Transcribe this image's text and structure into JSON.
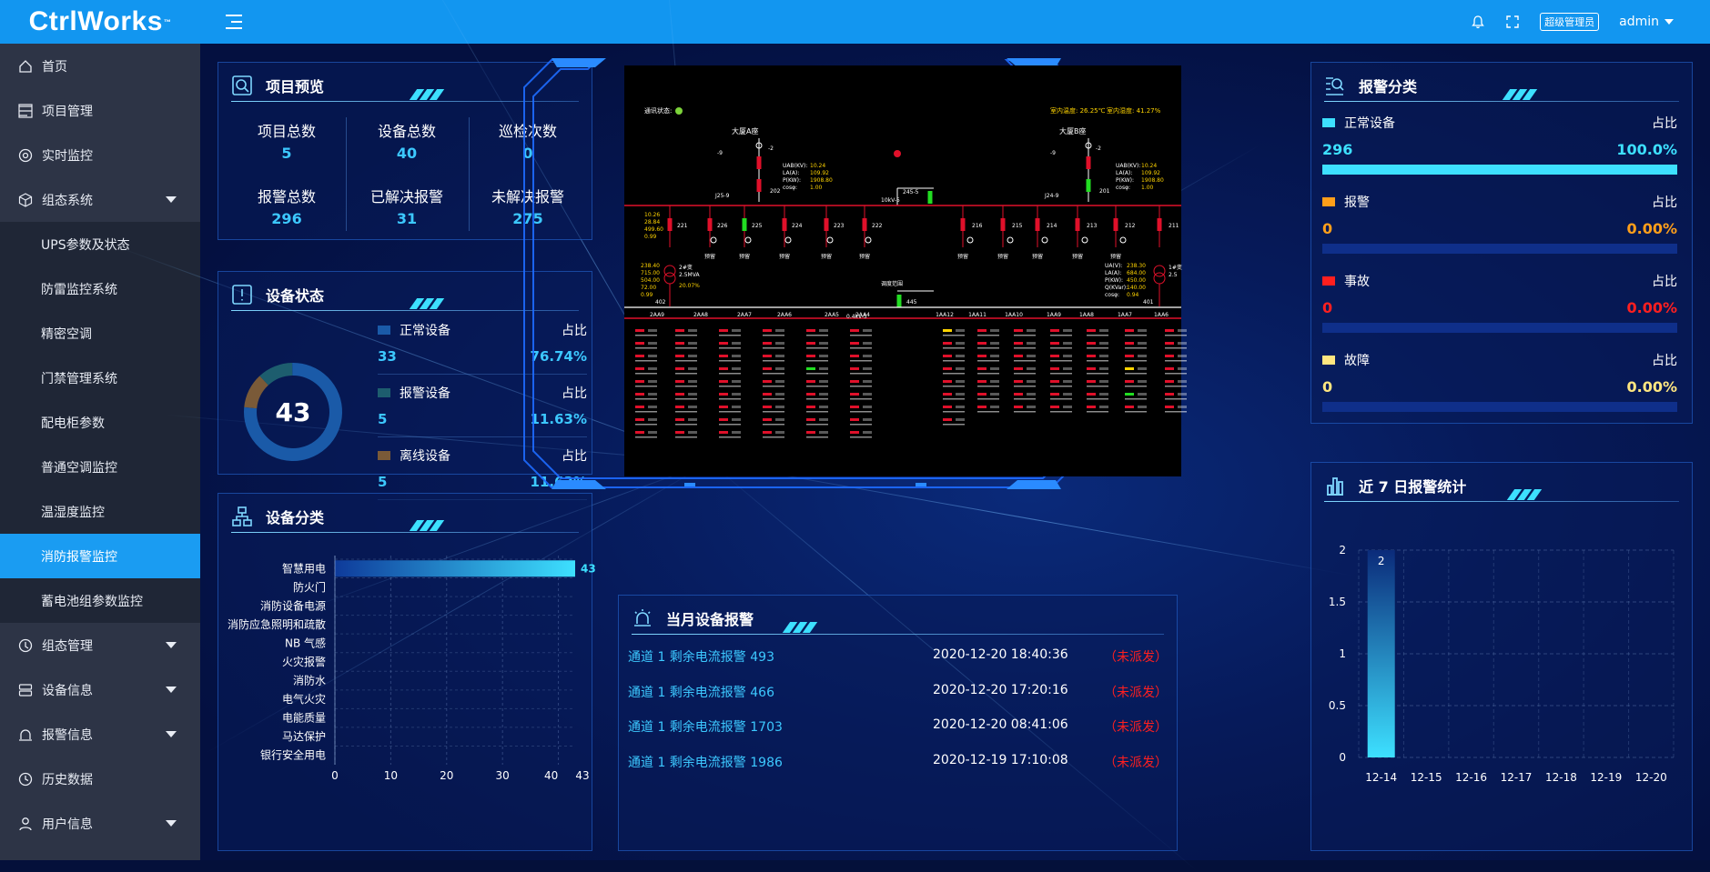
{
  "app": {
    "logo": "CtrlWorks",
    "logo_mark": "™"
  },
  "header": {
    "role": "超级管理员",
    "user": "admin"
  },
  "sidebar": {
    "items": [
      {
        "label": "首页",
        "icon": "home-icon"
      },
      {
        "label": "项目管理",
        "icon": "project-icon"
      },
      {
        "label": "实时监控",
        "icon": "monitor-icon"
      },
      {
        "label": "组态系统",
        "icon": "cube-icon",
        "expandable": true
      },
      {
        "label": "UPS参数及状态",
        "sub": true
      },
      {
        "label": "防雷监控系统",
        "sub": true
      },
      {
        "label": "精密空调",
        "sub": true
      },
      {
        "label": "门禁管理系统",
        "sub": true
      },
      {
        "label": "配电柜参数",
        "sub": true
      },
      {
        "label": "普通空调监控",
        "sub": true
      },
      {
        "label": "温湿度监控",
        "sub": true
      },
      {
        "label": "消防报警监控",
        "sub": true,
        "active": true
      },
      {
        "label": "蓄电池组参数监控",
        "sub": true
      },
      {
        "label": "组态管理",
        "icon": "config-icon",
        "expandable": true
      },
      {
        "label": "设备信息",
        "icon": "server-icon",
        "expandable": true
      },
      {
        "label": "报警信息",
        "icon": "alarm-icon",
        "expandable": true
      },
      {
        "label": "历史数据",
        "icon": "history-icon"
      },
      {
        "label": "用户信息",
        "icon": "user-icon",
        "expandable": true
      }
    ]
  },
  "project_overview": {
    "title": "项目预览",
    "stats": [
      {
        "label": "项目总数",
        "value": "5"
      },
      {
        "label": "设备总数",
        "value": "40"
      },
      {
        "label": "巡检次数",
        "value": "0"
      },
      {
        "label": "报警总数",
        "value": "296"
      },
      {
        "label": "已解决报警",
        "value": "31"
      },
      {
        "label": "未解决报警",
        "value": "275"
      }
    ]
  },
  "device_status": {
    "title": "设备状态",
    "total": "43",
    "ratio_label": "占比",
    "items": [
      {
        "name": "正常设备",
        "count": "33",
        "percent": "76.74%",
        "value": 33,
        "color": "#1a5aa8"
      },
      {
        "name": "报警设备",
        "count": "5",
        "percent": "11.63%",
        "value": 5,
        "color": "#1d5d6e"
      },
      {
        "name": "离线设备",
        "count": "5",
        "percent": "11.63%",
        "value": 5,
        "color": "#7a5a38"
      }
    ]
  },
  "device_category": {
    "title": "设备分类",
    "chart_data": {
      "type": "bar",
      "orientation": "horizontal",
      "categories": [
        "智慧用电",
        "防火门",
        "消防设备电源",
        "消防应急照明和疏散",
        "NB 气感",
        "火灾报警",
        "消防水",
        "电气火灾",
        "电能质量",
        "马达保护",
        "银行安全用电"
      ],
      "values": [
        43,
        0,
        0,
        0,
        0,
        0,
        0,
        0,
        0,
        0,
        0
      ],
      "data_labels": [
        "43"
      ],
      "xticks": [
        "0",
        "10",
        "20",
        "30",
        "40",
        "43"
      ],
      "xlim": [
        0,
        43
      ]
    }
  },
  "alarm_category": {
    "title": "报警分类",
    "ratio_label": "占比",
    "items": [
      {
        "name": "正常设备",
        "count": "296",
        "percent": "100.0%",
        "fraction": 1.0,
        "color": "#3de0ff",
        "text_color": "#3de0ff"
      },
      {
        "name": "报警",
        "count": "0",
        "percent": "0.00%",
        "fraction": 0,
        "color": "#ff9f1a",
        "text_color": "#ff9f1a"
      },
      {
        "name": "事故",
        "count": "0",
        "percent": "0.00%",
        "fraction": 0,
        "color": "#ff1f1f",
        "text_color": "#ff1f1f"
      },
      {
        "name": "故障",
        "count": "0",
        "percent": "0.00%",
        "fraction": 0,
        "color": "#ffe680",
        "text_color": "#ffe680"
      }
    ]
  },
  "weekly_alarm": {
    "title": "近 7 日报警统计",
    "chart_data": {
      "type": "bar",
      "categories": [
        "12-14",
        "12-15",
        "12-16",
        "12-17",
        "12-18",
        "12-19",
        "12-20"
      ],
      "values": [
        2,
        0,
        0,
        0,
        0,
        0,
        0
      ],
      "data_labels": [
        "2"
      ],
      "yticks": [
        "0",
        "0.5",
        "1",
        "1.5",
        "2"
      ],
      "ylim": [
        0,
        2
      ]
    }
  },
  "monthly_alarm": {
    "title": "当月设备报警",
    "rows": [
      {
        "name": "通道 1 剩余电流报警 493",
        "time": "2020-12-20  18:40:36",
        "status": "（未派发）"
      },
      {
        "name": "通道 1 剩余电流报警 466",
        "time": "2020-12-20  17:20:16",
        "status": "（未派发）"
      },
      {
        "name": "通道 1 剩余电流报警 1703",
        "time": "2020-12-20  08:41:06",
        "status": "（未派发）"
      },
      {
        "name": "通道 1 剩余电流报警 1986",
        "time": "2020-12-19  17:10:08",
        "status": "（未派发）"
      }
    ]
  },
  "scada": {
    "comm_status": "通讯状态:",
    "indoor_temp": "室内温度: 26.25℃",
    "indoor_hum": "室内湿度: 41.27%",
    "building_a": "大厦A座",
    "building_b": "大厦B座",
    "readings_left": [
      "UAB(KV):",
      "LA(A):",
      "P(KW):",
      "cosφ:"
    ],
    "values_left": [
      "10.24",
      "109.92",
      "1908.80",
      "1.00"
    ],
    "values_right": [
      "10.24",
      "109.92",
      "1908.80",
      "1.00"
    ],
    "bus_label": "10kV-5",
    "tie_label": "245-5",
    "feeders_left": [
      "221",
      "226",
      "225",
      "224",
      "223",
      "222"
    ],
    "feeders_right": [
      "216",
      "215",
      "214",
      "213",
      "212",
      "211"
    ],
    "reserve": "预留",
    "transformer_left": "2#变",
    "transformer_left_cap": "2.5MVA",
    "transformer_left_pct": "20.07%",
    "transformer_right": "1#变",
    "transformer_right_cap": "2.5",
    "left_meter": [
      "10.26",
      "28.84",
      "499.60",
      "0.99"
    ],
    "left_meter2": [
      "238.40",
      "715.00",
      "504.00",
      "72.00",
      "0.99"
    ],
    "right_meter_labels": [
      "UA(V):",
      "LA(A):",
      "P(KW):",
      "Q(KVar):",
      "cosφ:"
    ],
    "right_meter": [
      "238.30",
      "684.00",
      "450.00",
      "140.00",
      "0.94"
    ],
    "dispatch": "调度范围",
    "tie_lv": "445",
    "lv_left": "402",
    "lv_right": "401",
    "lv_bus_label": "0.4kV-5",
    "panels_left": [
      "2AA9",
      "2AA8",
      "2AA7",
      "2AA6",
      "2AA5",
      "2AA4"
    ],
    "panels_right": [
      "1AA12",
      "1AA11",
      "1AA10",
      "1AA9",
      "1AA8",
      "1AA7",
      "1AA6"
    ]
  }
}
